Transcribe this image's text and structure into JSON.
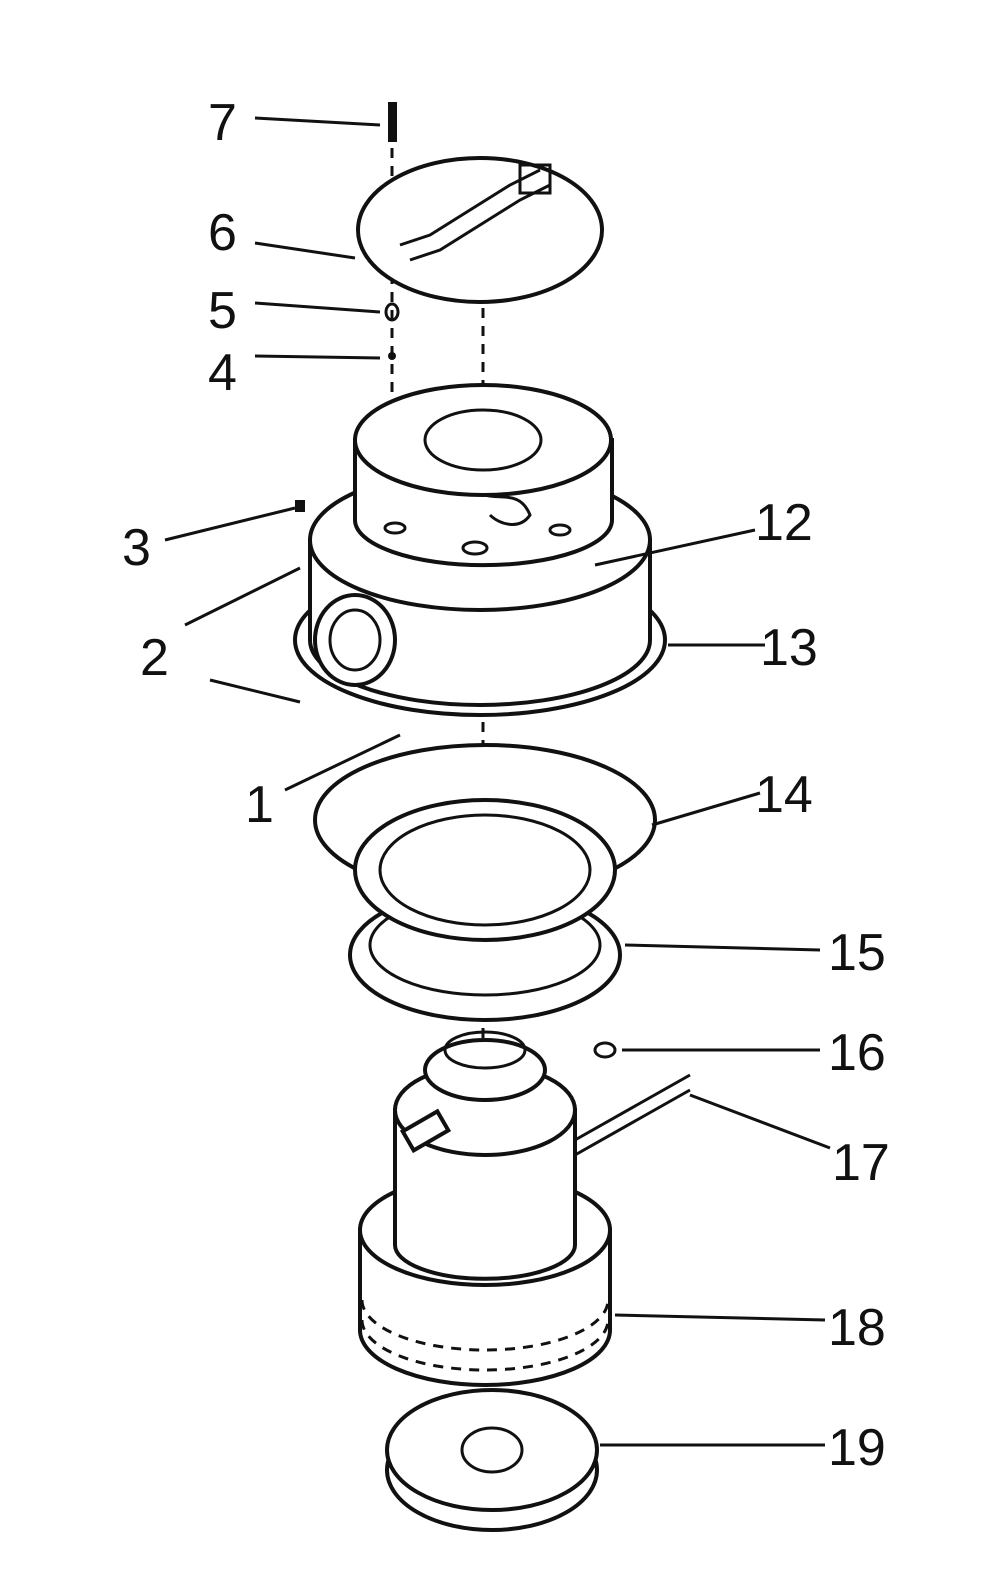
{
  "diagram": {
    "callouts": [
      {
        "id": "7",
        "label": "7"
      },
      {
        "id": "6",
        "label": "6"
      },
      {
        "id": "5",
        "label": "5"
      },
      {
        "id": "4",
        "label": "4"
      },
      {
        "id": "3",
        "label": "3"
      },
      {
        "id": "2",
        "label": "2"
      },
      {
        "id": "1",
        "label": "1"
      },
      {
        "id": "12",
        "label": "12"
      },
      {
        "id": "13",
        "label": "13"
      },
      {
        "id": "14",
        "label": "14"
      },
      {
        "id": "15",
        "label": "15"
      },
      {
        "id": "16",
        "label": "16"
      },
      {
        "id": "17",
        "label": "17"
      },
      {
        "id": "18",
        "label": "18"
      },
      {
        "id": "19",
        "label": "19"
      }
    ]
  }
}
